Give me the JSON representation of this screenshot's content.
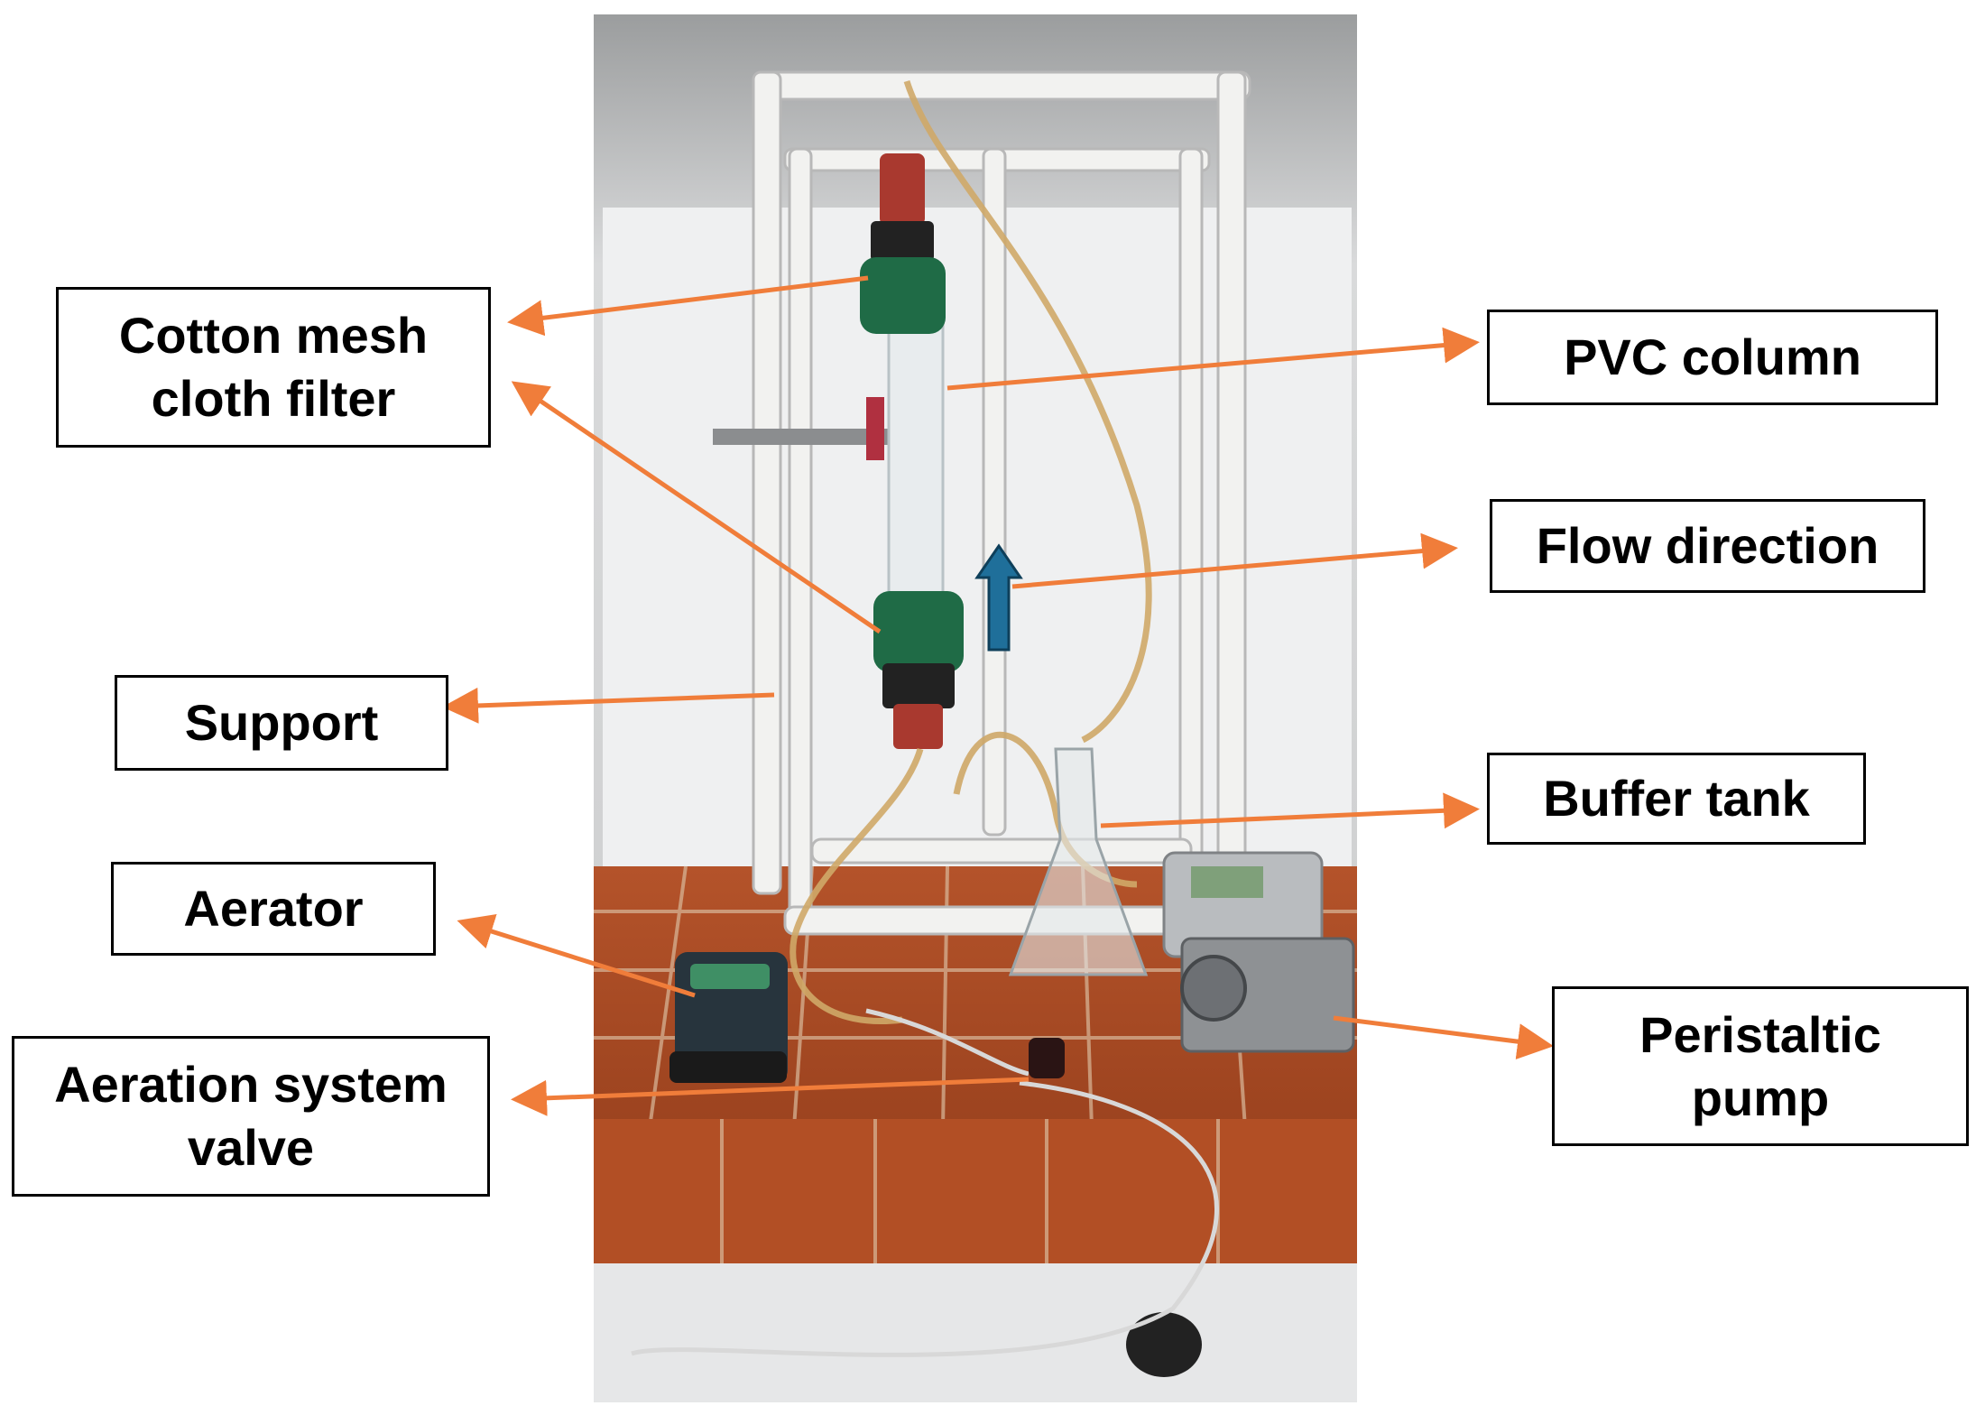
{
  "colors": {
    "arrow": "#f07d3a",
    "flow_arrow": "#1f6f9a",
    "label_border": "#000000"
  },
  "labels": {
    "cotton_mesh": "Cotton mesh\ncloth filter",
    "pvc_column": "PVC column",
    "flow_direction": "Flow direction",
    "support": "Support",
    "buffer_tank": "Buffer tank",
    "aerator": "Aerator",
    "peristaltic_pump": "Peristaltic\npump",
    "aeration_valve": "Aeration system\nvalve"
  }
}
